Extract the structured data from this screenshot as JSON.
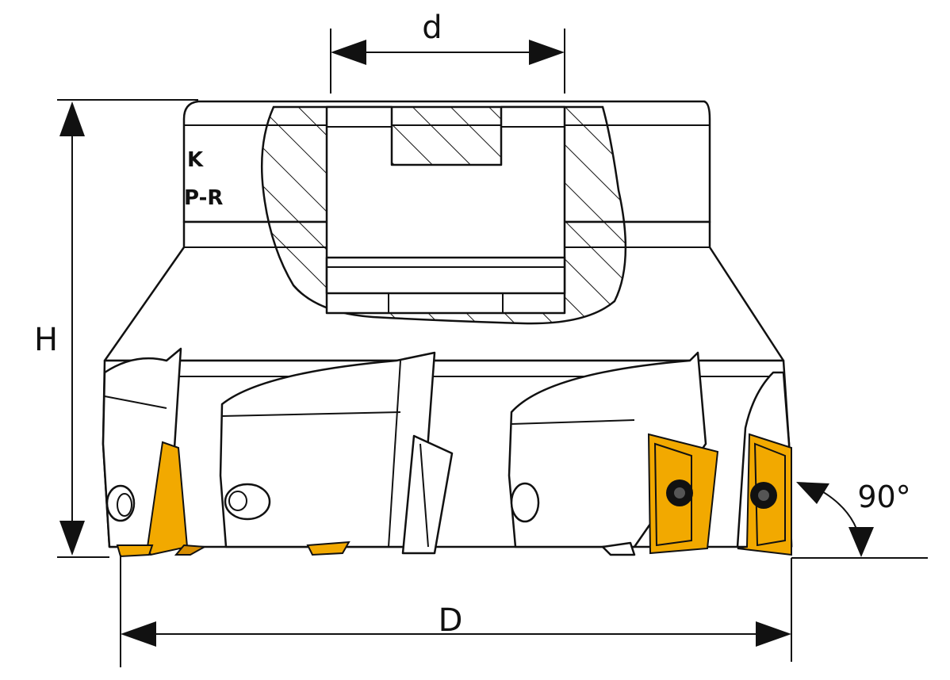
{
  "dimensions": {
    "bore_diameter": "d",
    "height": "H",
    "cutting_diameter": "D",
    "approach_angle": "90°"
  },
  "body_markings": {
    "marking_1": "K",
    "marking_2": "P-R"
  },
  "colors": {
    "outline": "#111111",
    "body": "#ffffff",
    "insert": "#f2a900",
    "insert_shade": "#d68c00"
  },
  "icons": [
    "milling-cutter-body",
    "insert",
    "dimension-arrow",
    "angle-arc-arrow"
  ]
}
